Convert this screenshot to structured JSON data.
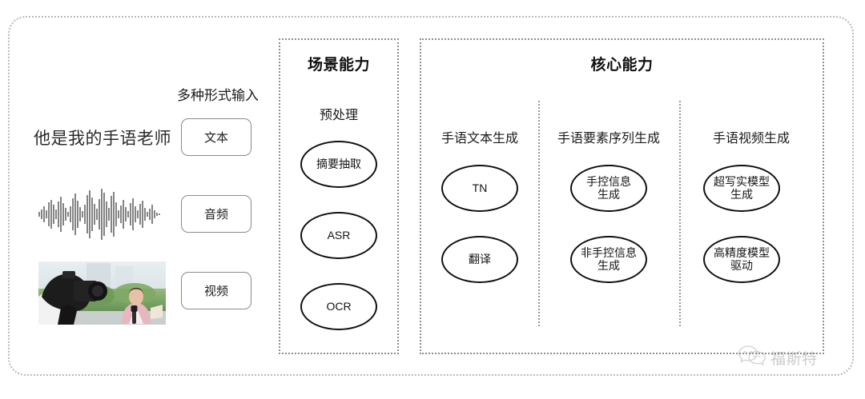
{
  "diagram": {
    "input_panel": {
      "heading": "多种形式输入",
      "sample_sentence": "他是我的手语老师",
      "modalities": [
        {
          "label": "文本",
          "icon": "text-icon"
        },
        {
          "label": "音频",
          "icon": "audio-waveform-icon"
        },
        {
          "label": "视频",
          "icon": "video-thumbnail-icon"
        }
      ],
      "waveform_icon": "audio-waveform",
      "photo_icon": "camera-operator-reporter-photo"
    },
    "scene_section": {
      "title": "场景能力",
      "subsection_label": "预处理",
      "nodes": [
        {
          "label": "摘要抽取"
        },
        {
          "label": "ASR"
        },
        {
          "label": "OCR"
        }
      ]
    },
    "core_section": {
      "title": "核心能力",
      "columns": [
        {
          "label": "手语文本生成",
          "nodes": [
            {
              "line1": "TN",
              "line2": ""
            },
            {
              "line1": "翻译",
              "line2": ""
            }
          ]
        },
        {
          "label": "手语要素序列生成",
          "nodes": [
            {
              "line1": "手控信息",
              "line2": "生成"
            },
            {
              "line1": "非手控信息",
              "line2": "生成"
            }
          ]
        },
        {
          "label": "手语视频生成",
          "nodes": [
            {
              "line1": "超写实模型",
              "line2": "生成"
            },
            {
              "line1": "高精度模型",
              "line2": "驱动"
            }
          ]
        }
      ]
    },
    "watermark": {
      "text": "福斯特",
      "icon": "wechat-bubbles-icon"
    },
    "colors": {
      "frame_border": "#b9b9b9",
      "group_border": "#8e8e8e",
      "node_border": "#101010",
      "pill_border": "#8a8a8a",
      "text": "#1b1b1b",
      "watermark_text": "#6f6f6f",
      "background": "#ffffff"
    }
  }
}
